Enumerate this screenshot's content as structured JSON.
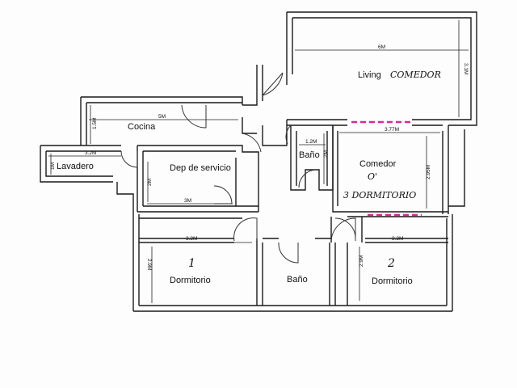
{
  "rooms": {
    "living": "Living",
    "living_note": "COMEDOR",
    "cocina": "Cocina",
    "lavadero": "Lavadero",
    "dep_servicio": "Dep de servicio",
    "bano_small": "Baño",
    "comedor": "Comedor",
    "comedor_note_o": "O'",
    "comedor_note_dorm": "3 DORMITORIO",
    "dorm1": "Dormitorio",
    "dorm1_num": "1",
    "bano_main": "Baño",
    "dorm2": "Dormitorio",
    "dorm2_num": "2"
  },
  "dimensions": {
    "living_width": "6M",
    "living_height": "3.1M",
    "cocina_width": "5M",
    "cocina_height": "1.5M",
    "lavadero_width": "3.2M",
    "lavadero_height": "1M",
    "dep_height": "2M",
    "dep_width": "3M",
    "bano_small_width": "1.2M",
    "bano_small_height": "2M",
    "comedor_width": "3.77M",
    "comedor_height": "2.95M",
    "dorm1_width": "3.2M",
    "dorm1_height": "2.9M",
    "dorm2_width": "3.2M",
    "dorm2_height": "2.9M"
  },
  "colors": {
    "walls": "#1a1a1a",
    "marker": "#e0249a"
  }
}
